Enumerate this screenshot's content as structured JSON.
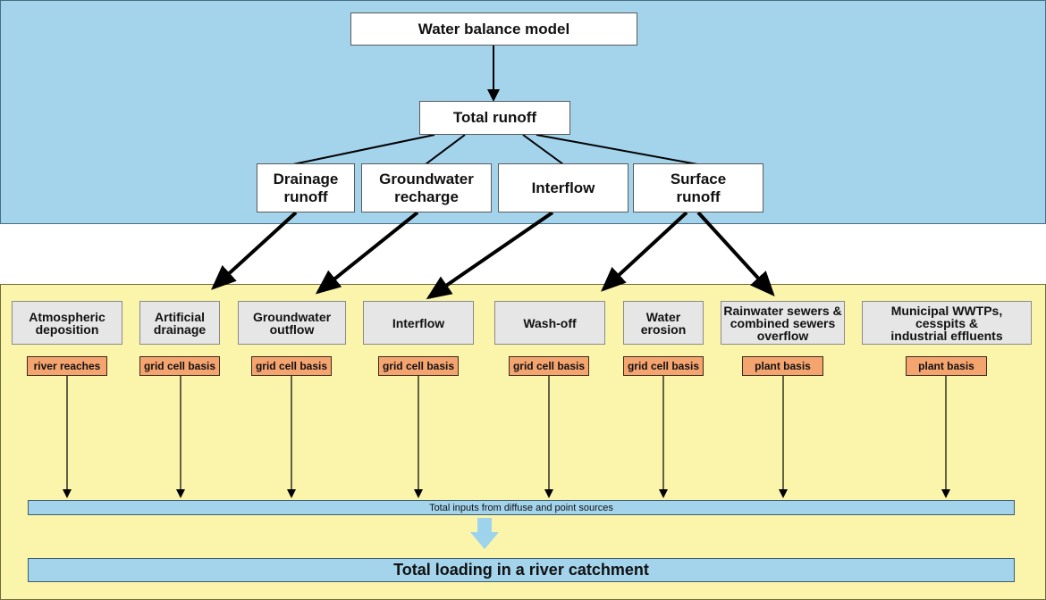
{
  "top": {
    "model": "Water balance model",
    "total_runoff": "Total runoff",
    "components": [
      {
        "id": "drainage",
        "label": "Drainage\nrunoff"
      },
      {
        "id": "groundwater",
        "label": "Groundwater\nrecharge"
      },
      {
        "id": "interflow",
        "label": "Interflow"
      },
      {
        "id": "surface",
        "label": "Surface\nrunoff"
      }
    ]
  },
  "sources": [
    {
      "label": "Atmospheric\ndeposition",
      "basis": "river reaches"
    },
    {
      "label": "Artificial\ndrainage",
      "basis": "grid cell basis"
    },
    {
      "label": "Groundwater\noutflow",
      "basis": "grid cell basis"
    },
    {
      "label": "Interflow",
      "basis": "grid cell basis"
    },
    {
      "label": "Wash-off",
      "basis": "grid cell basis"
    },
    {
      "label": "Water\nerosion",
      "basis": "grid cell basis"
    },
    {
      "label": "Rainwater sewers &\ncombined sewers\noverflow",
      "basis": "plant basis"
    },
    {
      "label": "Municipal WWTPs,\ncesspits &\nindustrial effluents",
      "basis": "plant basis"
    }
  ],
  "inputs_bar": "Total inputs from diffuse and point sources",
  "loading_bar": "Total loading in a river catchment",
  "colors": {
    "top_panel": "#a3d4ec",
    "bottom_panel": "#fbf4ab",
    "basis_box": "#f4a46f",
    "source_box": "#e6e6e6",
    "down_arrow": "#9ed3ec"
  }
}
